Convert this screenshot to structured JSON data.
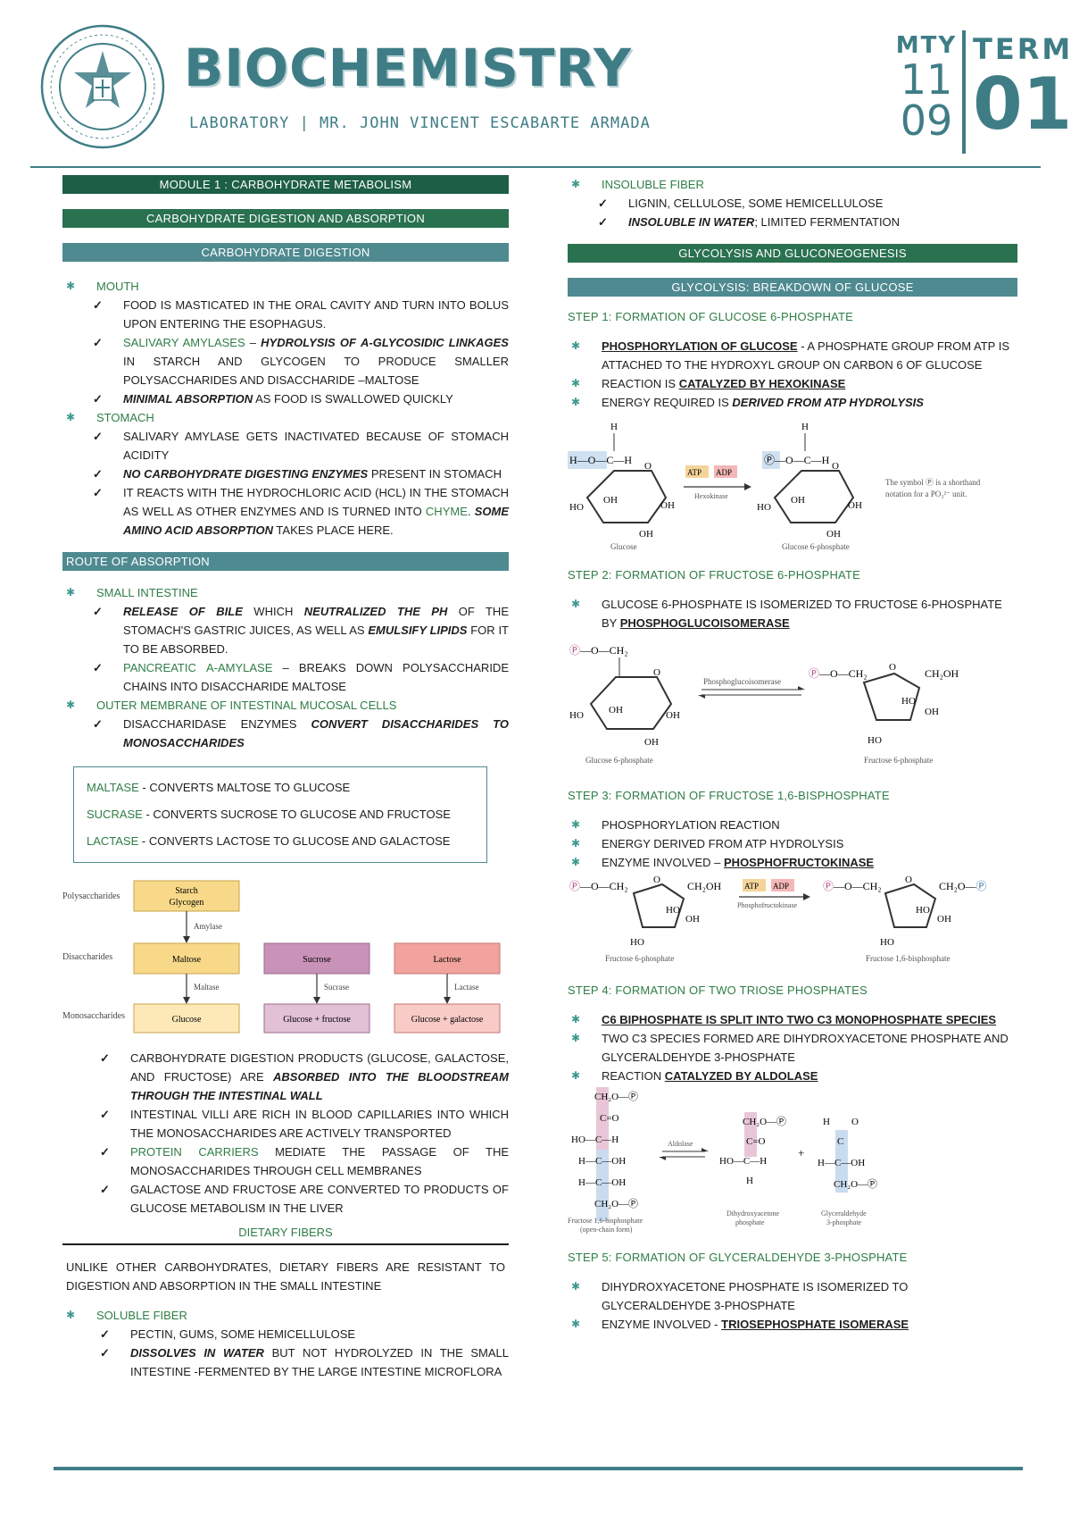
{
  "header": {
    "title": "BIOCHEMISTRY",
    "subtitle": "LABORATORY | MR. JOHN VINCENT ESCABARTE ARMADA",
    "mty_label": "MTY",
    "mty_top": "11",
    "mty_bottom": "09",
    "term_label": "TERM",
    "term_number": "01"
  },
  "left": {
    "module_bar": "MODULE 1 : CARBOHYDRATE METABOLISM",
    "section_bar": "CARBOHYDRATE DIGESTION AND ABSORPTION",
    "digestion_bar": "CARBOHYDRATE DIGESTION",
    "mouth": {
      "label": "MOUTH",
      "item1": "FOOD IS MASTICATED IN THE ORAL CAVITY AND TURN INTO BOLUS UPON ENTERING THE ESOPHAGUS.",
      "item2_green": "SALIVARY AMYLASES",
      "item2_dash": " – ",
      "item2_em": "HYDROLYSIS OF Α-GLYCOSIDIC LINKAGES",
      "item2_rest": " IN STARCH AND GLYCOGEN TO PRODUCE SMALLER POLYSACCHARIDES AND DISACCHARIDE –MALTOSE",
      "item3_em": "MINIMAL ABSORPTION",
      "item3_rest": " AS FOOD IS SWALLOWED QUICKLY"
    },
    "stomach": {
      "label": "STOMACH",
      "item1": "SALIVARY AMYLASE GETS INACTIVATED BECAUSE OF STOMACH ACIDITY",
      "item2_em": "NO CARBOHYDRATE DIGESTING ENZYMES",
      "item2_rest": " PRESENT IN STOMACH",
      "item3_a": "IT REACTS WITH THE HYDROCHLORIC ACID (HCL) IN THE STOMACH AS WELL AS OTHER ENZYMES AND IS TURNED INTO ",
      "item3_green": "CHYME",
      "item3_b": ". ",
      "item3_em": "SOME AMINO ACID ABSORPTION",
      "item3_c": " TAKES PLACE HERE."
    },
    "route_bar": "ROUTE OF ABSORPTION",
    "small_intestine": {
      "label": "SMALL INTESTINE",
      "item1_em1": "RELEASE OF BILE",
      "item1_a": " WHICH ",
      "item1_em2": "NEUTRALIZED THE PH",
      "item1_b": " OF THE STOMACH'S GASTRIC JUICES, AS WELL AS ",
      "item1_em3": "EMULSIFY LIPIDS",
      "item1_c": " FOR IT TO BE ABSORBED.",
      "item2_green": "PANCREATIC Α-AMYLASE",
      "item2_rest": " – BREAKS DOWN POLYSACCHARIDE CHAINS INTO DISACCHARIDE MALTOSE"
    },
    "outer_membrane": {
      "label": "OUTER MEMBRANE OF INTESTINAL MUCOSAL CELLS",
      "item1_a": "DISACCHARIDASE ENZYMES ",
      "item1_em": "CONVERT DISACCHARIDES TO MONOSACCHARIDES"
    },
    "enzyme_box": [
      {
        "name": "MALTASE",
        "text": " - CONVERTS MALTOSE TO GLUCOSE"
      },
      {
        "name": "SUCRASE",
        "text": " - CONVERTS SUCROSE TO GLUCOSE AND FRUCTOSE"
      },
      {
        "name": "LACTASE",
        "text": " - CONVERTS LACTOSE TO GLUCOSE AND GALACTOSE"
      }
    ],
    "flow": {
      "row_polysaccharides": "Polysaccharides",
      "row_disaccharides": "Disaccharides",
      "row_monosaccharides": "Monosaccharides",
      "starch_line1": "Starch",
      "starch_line2": "Glycogen",
      "amylase": "Amylase",
      "maltose": "Maltose",
      "sucrose": "Sucrose",
      "lactose": "Lactose",
      "maltase": "Maltase",
      "sucrase": "Sucrase",
      "lactase": "Lactase",
      "glucose": "Glucose",
      "glucose_fructose": "Glucose + fructose",
      "glucose_galactose": "Glucose + galactose"
    },
    "absorption": {
      "item1_a": "CARBOHYDRATE DIGESTION PRODUCTS (GLUCOSE, GALACTOSE, AND FRUCTOSE) ARE ",
      "item1_em": "ABSORBED INTO THE BLOODSTREAM THROUGH THE INTESTINAL WALL",
      "item2": "INTESTINAL VILLI ARE RICH IN BLOOD CAPILLARIES INTO WHICH THE MONOSACCHARIDES ARE ACTIVELY TRANSPORTED",
      "item3_green": "PROTEIN CARRIERS",
      "item3_rest": " MEDIATE THE PASSAGE OF THE MONOSACCHARIDES THROUGH CELL MEMBRANES",
      "item4": "GALACTOSE AND FRUCTOSE ARE CONVERTED TO PRODUCTS OF GLUCOSE METABOLISM IN THE LIVER"
    },
    "fibers_heading": "DIETARY FIBERS",
    "fibers_intro": "UNLIKE OTHER CARBOHYDRATES, DIETARY FIBERS ARE RESISTANT TO DIGESTION AND ABSORPTION IN THE SMALL INTESTINE",
    "soluble": {
      "label": "SOLUBLE FIBER",
      "item1": "PECTIN, GUMS, SOME HEMICELLULOSE",
      "item2_em": "DISSOLVES IN WATER",
      "item2_rest": " BUT NOT HYDROLYZED IN THE SMALL INTESTINE -FERMENTED BY THE LARGE INTESTINE MICROFLORA"
    }
  },
  "right": {
    "insoluble": {
      "label": "INSOLUBLE FIBER",
      "item1": "LIGNIN, CELLULOSE, SOME HEMICELLULOSE",
      "item2_em": "INSOLUBLE IN WATER",
      "item2_rest": "; LIMITED FERMENTATION"
    },
    "glyco_bar": "GLYCOLYSIS AND GLUCONEOGENESIS",
    "breakdown_bar": "GLYCOLYSIS: BREAKDOWN OF GLUCOSE",
    "step1": {
      "title": "STEP 1: FORMATION OF GLUCOSE 6-PHOSPHATE",
      "b1_u": "PHOSPHORYLATION OF GLUCOSE",
      "b1_rest": " - A PHOSPHATE GROUP FROM ATP IS ATTACHED TO THE HYDROXYL GROUP ON CARBON 6 OF GLUCOSE",
      "b2_a": "REACTION IS ",
      "b2_u": "CATALYZED BY HEXOKINASE",
      "b3_a": "ENERGY REQUIRED IS ",
      "b3_em": "DERIVED FROM ATP HYDROLYSIS",
      "fig": {
        "left_label": "Glucose",
        "right_label": "Glucose 6-phosphate",
        "enzyme": "Hexokinase",
        "atp": "ATP",
        "adp": "ADP",
        "note_line1": "The symbol Ⓟ is a shorthand",
        "note_line2": "notation for a PO₃²⁻ unit."
      }
    },
    "step2": {
      "title": "STEP 2: FORMATION OF FRUCTOSE 6-PHOSPHATE",
      "b1_a": "GLUCOSE 6-PHOSPHATE IS ISOMERIZED TO FRUCTOSE 6-PHOSPHATE BY ",
      "b1_u": "PHOSPHOGLUCOISOMERASE",
      "fig": {
        "left_label": "Glucose 6-phosphate",
        "right_label": "Fructose 6-phosphate",
        "enzyme": "Phosphoglucoisomerase"
      }
    },
    "step3": {
      "title": "STEP 3: FORMATION OF FRUCTOSE 1,6-BISPHOSPHATE",
      "b1": "PHOSPHORYLATION REACTION",
      "b2": "ENERGY DERIVED FROM ATP HYDROLYSIS",
      "b3_a": "ENZYME INVOLVED – ",
      "b3_u": "PHOSPHOFRUCTOKINASE",
      "fig": {
        "left_label": "Fructose 6-phosphate",
        "right_label": "Fructose 1,6-bisphosphate",
        "enzyme": "Phosphofructokinase",
        "atp": "ATP",
        "adp": "ADP"
      }
    },
    "step4": {
      "title": "STEP 4: FORMATION OF TWO TRIOSE PHOSPHATES",
      "b1_u": "C6 BIPHOSPHATE IS SPLIT INTO TWO C3 MONOPHOSPHATE SPECIES",
      "b2": "TWO C3 SPECIES FORMED ARE DIHYDROXYACETONE PHOSPHATE AND GLYCERALDEHYDE 3-PHOSPHATE",
      "b3_a": "REACTION ",
      "b3_u": "CATALYZED BY ALDOLASE",
      "fig": {
        "left_label_1": "Fructose 1,6-bisphosphate",
        "left_label_2": "(open-chain form)",
        "mid_label_1": "Dihydroxyacetone",
        "mid_label_2": "phosphate",
        "right_label_1": "Glyceraldehyde",
        "right_label_2": "3-phosphate",
        "enzyme": "Aldolase"
      }
    },
    "step5": {
      "title": "STEP 5: FORMATION OF GLYCERALDEHYDE 3-PHOSPHATE",
      "b1": "DIHYDROXYACETONE PHOSPHATE IS ISOMERIZED TO GLYCERALDEHYDE 3-PHOSPHATE",
      "b2_a": "ENZYME INVOLVED - ",
      "b2_u": "TRIOSEPHOSPHATE ISOMERASE"
    }
  },
  "colors": {
    "teal": "#3f7d86",
    "dark_green_band": "#1d5f44",
    "green_band": "#2a7150",
    "teal_band": "#4f8a91",
    "green_text": "#2f7d45"
  }
}
